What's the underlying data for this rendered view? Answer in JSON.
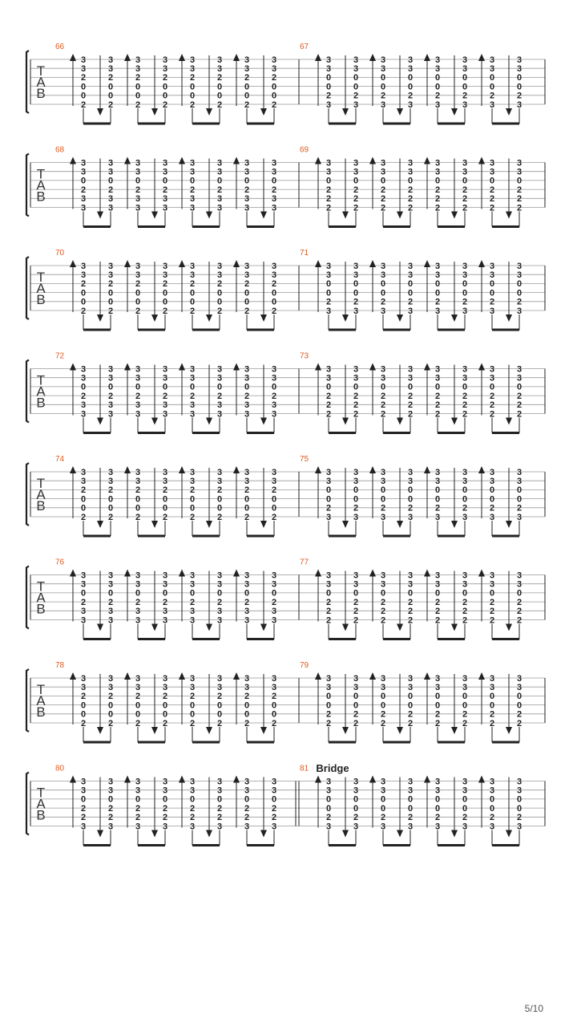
{
  "page": {
    "number": "5/10",
    "section_label": "Bridge"
  },
  "clef_letters": [
    "T",
    "A",
    "B"
  ],
  "colors": {
    "measure_number": "#e05a1e",
    "ink": "#222222",
    "staff_line": "#9a9a9a"
  },
  "strum_pattern": [
    "up",
    "down",
    "up",
    "down",
    "up",
    "down",
    "up",
    "down"
  ],
  "chords": {
    "A": [
      "3",
      "3",
      "2",
      "0",
      "0",
      "2"
    ],
    "B": [
      "3",
      "3",
      "0",
      "0",
      "2",
      "3"
    ],
    "C": [
      "3",
      "3",
      "0",
      "2",
      "3",
      "3"
    ],
    "D": [
      "3",
      "3",
      "0",
      "2",
      "2",
      "2"
    ],
    "E": [
      "3",
      "3",
      "0",
      "0",
      "2",
      "2"
    ],
    "F": [
      "3",
      "3",
      "0",
      "2",
      "2",
      "3"
    ]
  },
  "systems": [
    {
      "measures": [
        {
          "number": "66",
          "chord": "A"
        },
        {
          "number": "67",
          "chord": "B"
        }
      ]
    },
    {
      "measures": [
        {
          "number": "68",
          "chord": "C"
        },
        {
          "number": "69",
          "chord": "D"
        }
      ]
    },
    {
      "measures": [
        {
          "number": "70",
          "chord": "A"
        },
        {
          "number": "71",
          "chord": "B"
        }
      ]
    },
    {
      "measures": [
        {
          "number": "72",
          "chord": "C"
        },
        {
          "number": "73",
          "chord": "D"
        }
      ]
    },
    {
      "measures": [
        {
          "number": "74",
          "chord": "A"
        },
        {
          "number": "75",
          "chord": "B"
        }
      ]
    },
    {
      "measures": [
        {
          "number": "76",
          "chord": "C"
        },
        {
          "number": "77",
          "chord": "D"
        }
      ]
    },
    {
      "measures": [
        {
          "number": "78",
          "chord": "A"
        },
        {
          "number": "79",
          "chord": "E"
        }
      ]
    },
    {
      "measures": [
        {
          "number": "80",
          "chord": "F"
        },
        {
          "number": "81",
          "chord": "B"
        }
      ],
      "double_bar_before_second": true
    }
  ]
}
